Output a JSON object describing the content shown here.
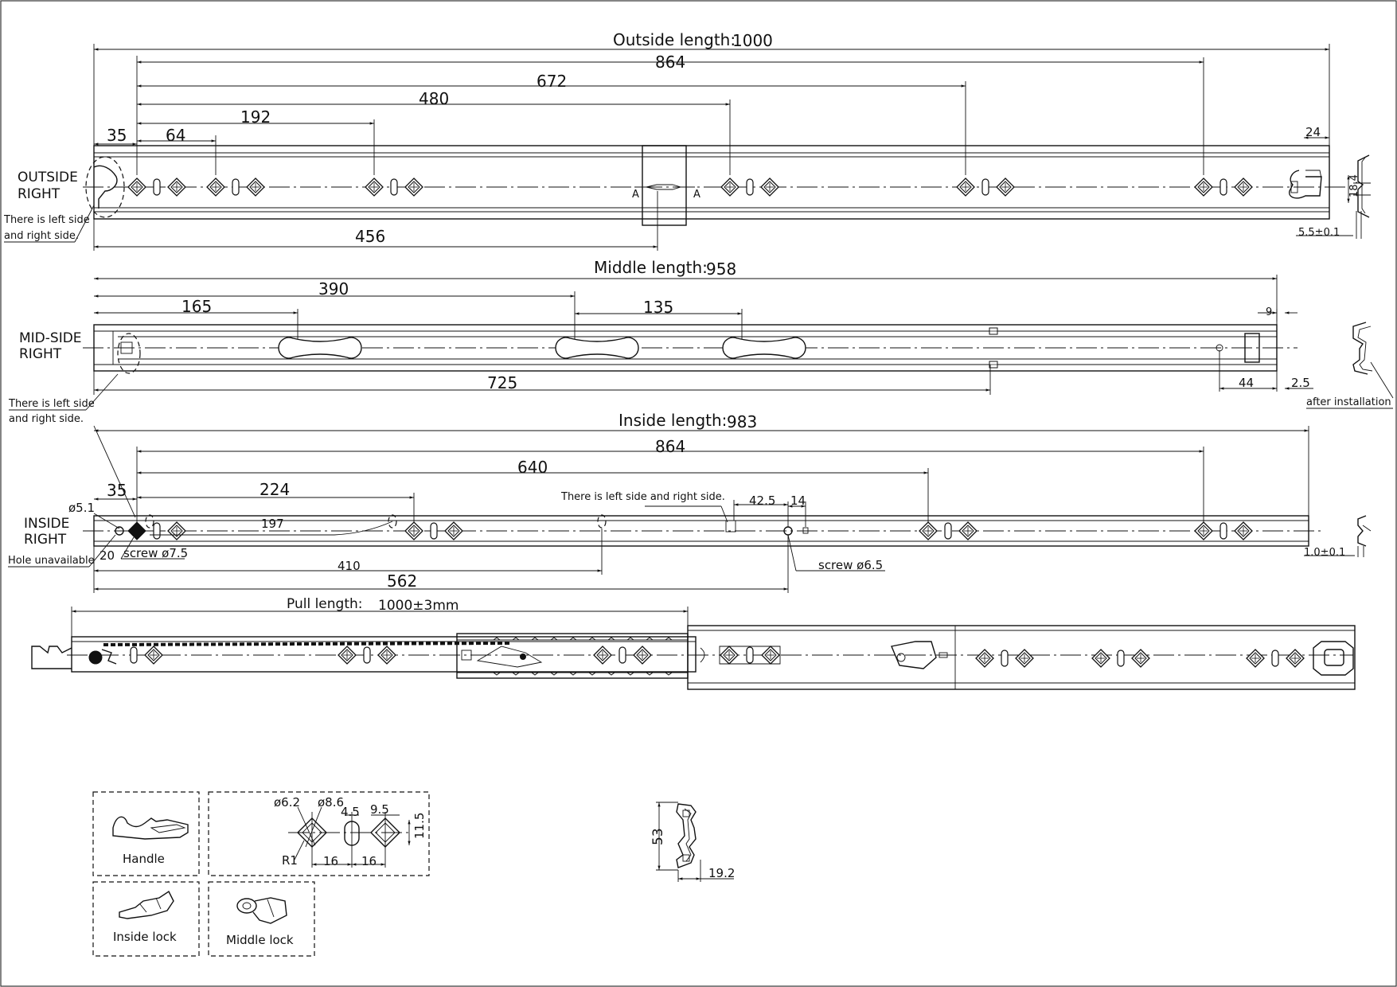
{
  "outside": {
    "title": "Outside length:",
    "title_value": "1000",
    "dims": [
      "864",
      "672",
      "480",
      "192",
      "64",
      "35",
      "456",
      "24",
      "18.4",
      "5.5±0.1"
    ],
    "side_label_1": "OUTSIDE",
    "side_label_2": "RIGHT",
    "note_1": "There is left side",
    "note_2": "and right side."
  },
  "middle": {
    "title": "Middle length:",
    "title_value": "958",
    "dims": [
      "390",
      "165",
      "135",
      "725",
      "9",
      "44",
      "2.5"
    ],
    "side_label_1": "MID-SIDE",
    "side_label_2": "RIGHT",
    "note_1": "There is left side",
    "note_2": "and right side.",
    "after_note": "after installation"
  },
  "inside": {
    "title": "Inside length:",
    "title_value": "983",
    "dims": [
      "864",
      "640",
      "35",
      "224",
      "197",
      "42.5",
      "14",
      "410",
      "562",
      "20",
      "ø5.1",
      "1.0±0.1"
    ],
    "side_label_1": "INSIDE",
    "side_label_2": "RIGHT",
    "hole_note": "Hole unavailable",
    "screw_1": "screw ø7.5",
    "screw_2": "screw ø6.5",
    "side_note": "There is left side and right side."
  },
  "pull": {
    "title": "Pull length:",
    "title_value": "1000±3mm"
  },
  "parts": {
    "handle": "Handle",
    "inside_lock": "Inside lock",
    "middle_lock": "Middle lock",
    "hole_dims": [
      "ø6.2",
      "ø8.6",
      "4.5",
      "9.5",
      "11.5",
      "R1",
      "16",
      "16"
    ]
  },
  "profile": {
    "height": "53",
    "width": "19.2"
  }
}
